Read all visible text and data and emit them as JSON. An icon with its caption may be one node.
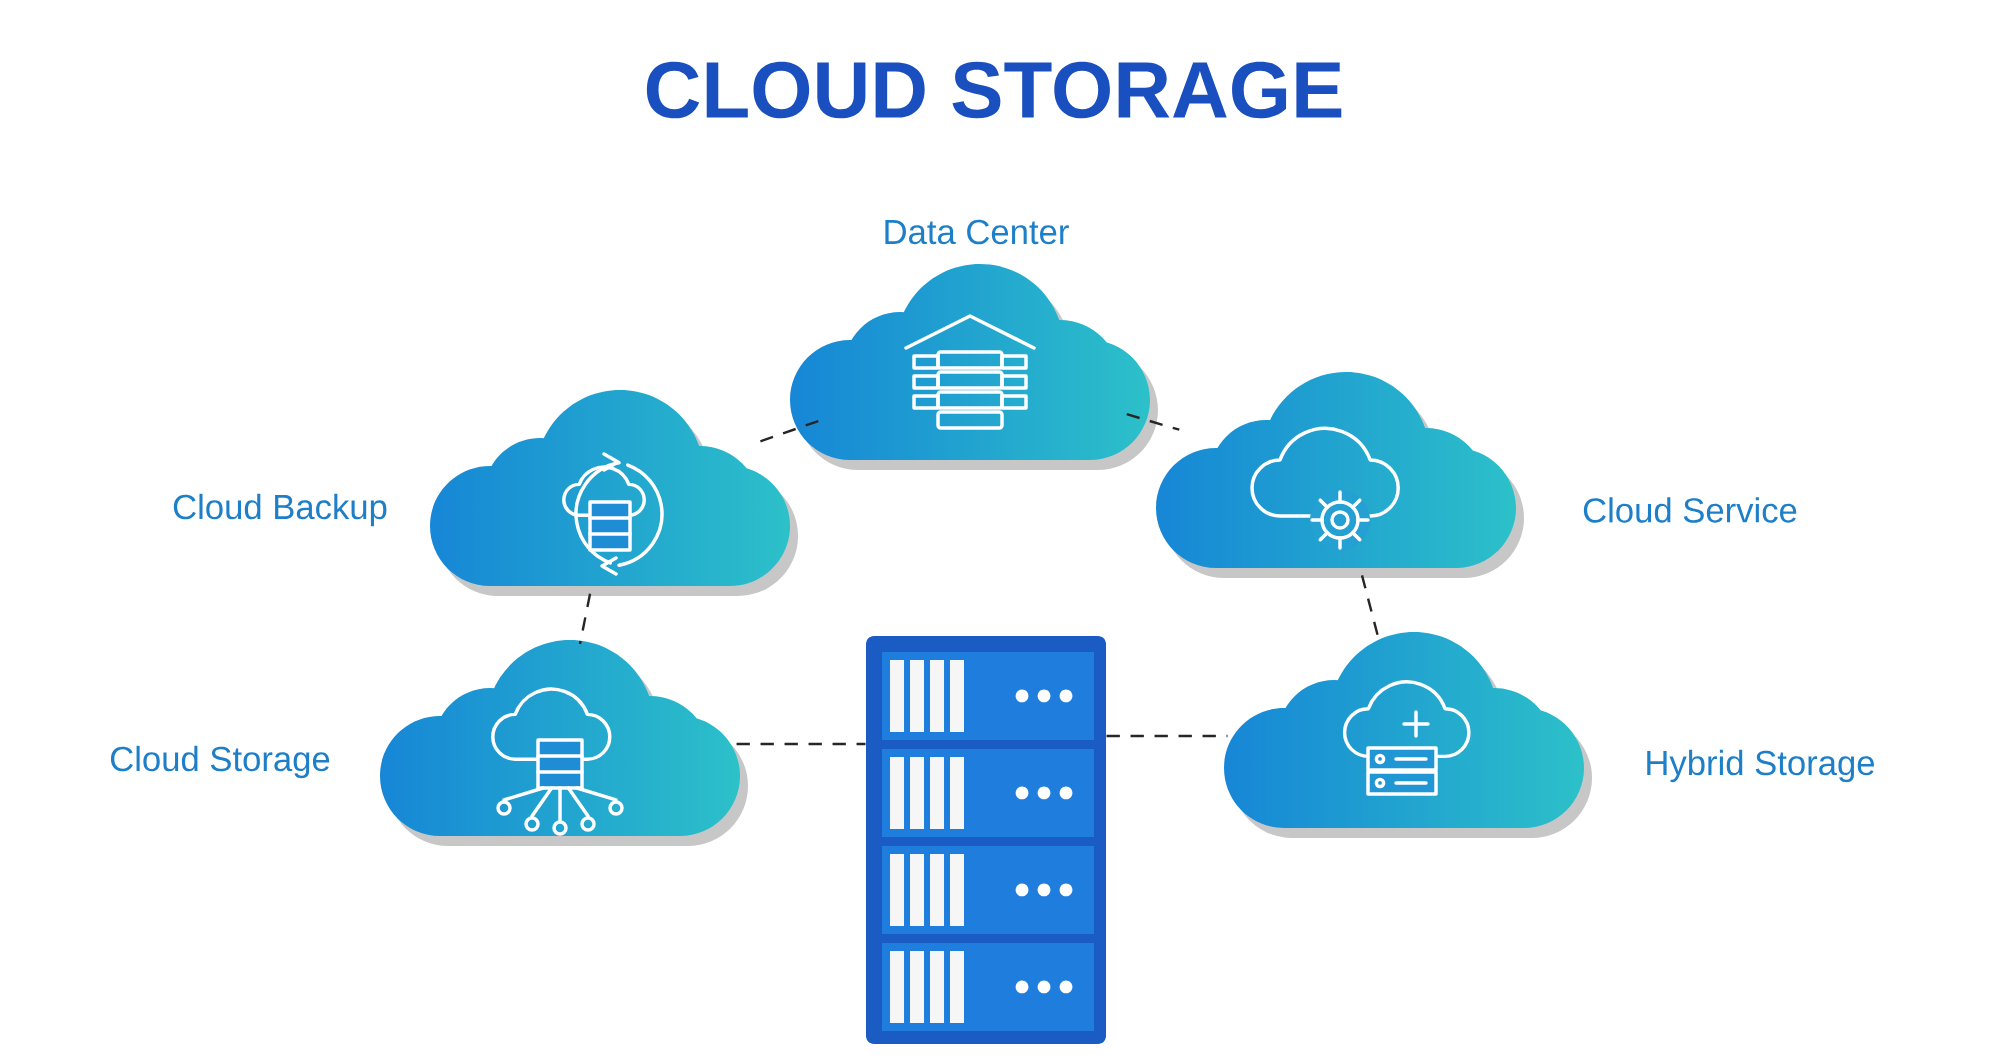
{
  "diagram": {
    "title": "CLOUD STORAGE",
    "nodes": [
      {
        "text": [
          "Data Center"
        ]
      },
      {
        "text": [
          "Cloud Backup"
        ]
      },
      {
        "text": [
          "Cloud Service"
        ]
      },
      {
        "text": [
          "Cloud Storage"
        ]
      },
      {
        "text": [
          "Hybrid Storage"
        ]
      },
      {
        "text": [],
        "shape": "picture"
      }
    ],
    "edges": [
      {
        "from": 1,
        "to": 0,
        "arrow": "none",
        "style": "dashed"
      },
      {
        "from": 0,
        "to": 2,
        "arrow": "none",
        "style": "dashed"
      },
      {
        "from": 1,
        "to": 3,
        "arrow": "none",
        "style": "dashed"
      },
      {
        "from": 2,
        "to": 4,
        "arrow": "none",
        "style": "dashed"
      },
      {
        "from": 3,
        "to": 5,
        "arrow": "none",
        "style": "dashed"
      },
      {
        "from": 5,
        "to": 4,
        "arrow": "none",
        "style": "dashed"
      }
    ]
  }
}
